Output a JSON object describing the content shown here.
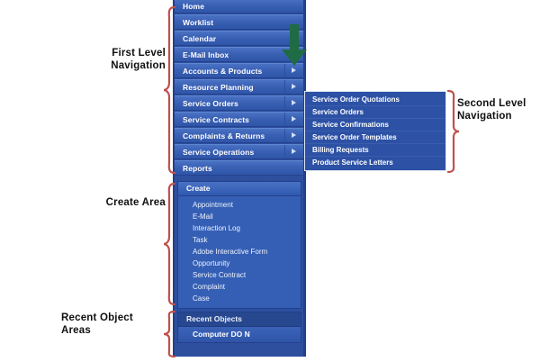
{
  "annotations": {
    "first_level": "First Level\nNavigation",
    "second_level": "Second Level\nNavigation",
    "create_area": "Create Area",
    "recent_objects": "Recent Object\nAreas"
  },
  "colors": {
    "panel_blue": "#2d4f9e",
    "item_blue": "#3a60b4",
    "flyout_blue": "#2c51a5",
    "brace_red": "#c0504d",
    "arrow_green": "#1f6b46",
    "text_white": "#ffffff",
    "annotation_black": "#101010"
  },
  "first_level_nav": {
    "items": [
      {
        "label": "Home",
        "has_submenu": false
      },
      {
        "label": "Worklist",
        "has_submenu": false
      },
      {
        "label": "Calendar",
        "has_submenu": false
      },
      {
        "label": "E-Mail Inbox",
        "has_submenu": false
      },
      {
        "label": "Accounts & Products",
        "has_submenu": true
      },
      {
        "label": "Resource Planning",
        "has_submenu": true
      },
      {
        "label": "Service Orders",
        "has_submenu": true
      },
      {
        "label": "Service Contracts",
        "has_submenu": true
      },
      {
        "label": "Complaints & Returns",
        "has_submenu": true
      },
      {
        "label": "Service Operations",
        "has_submenu": true
      },
      {
        "label": "Reports",
        "has_submenu": false
      }
    ]
  },
  "second_level_nav": {
    "items": [
      {
        "label": "Service Order Quotations"
      },
      {
        "label": "Service Orders"
      },
      {
        "label": "Service Confirmations"
      },
      {
        "label": "Service Order Templates"
      },
      {
        "label": "Billing Requests"
      },
      {
        "label": "Product Service Letters"
      }
    ]
  },
  "create_area": {
    "header": "Create",
    "items": [
      {
        "label": "Appointment"
      },
      {
        "label": "E-Mail"
      },
      {
        "label": "Interaction Log"
      },
      {
        "label": "Task"
      },
      {
        "label": "Adobe Interactive Form"
      },
      {
        "label": "Opportunity"
      },
      {
        "label": "Service Contract"
      },
      {
        "label": "Complaint"
      },
      {
        "label": "Case"
      }
    ]
  },
  "recent_objects": {
    "header": "Recent Objects",
    "items": [
      {
        "label": "Computer DO N"
      }
    ]
  },
  "icons": {
    "submenu_arrow": "arrow-right-icon",
    "pointer_arrow": "arrow-down-green-icon",
    "brace": "curly-brace-icon"
  }
}
